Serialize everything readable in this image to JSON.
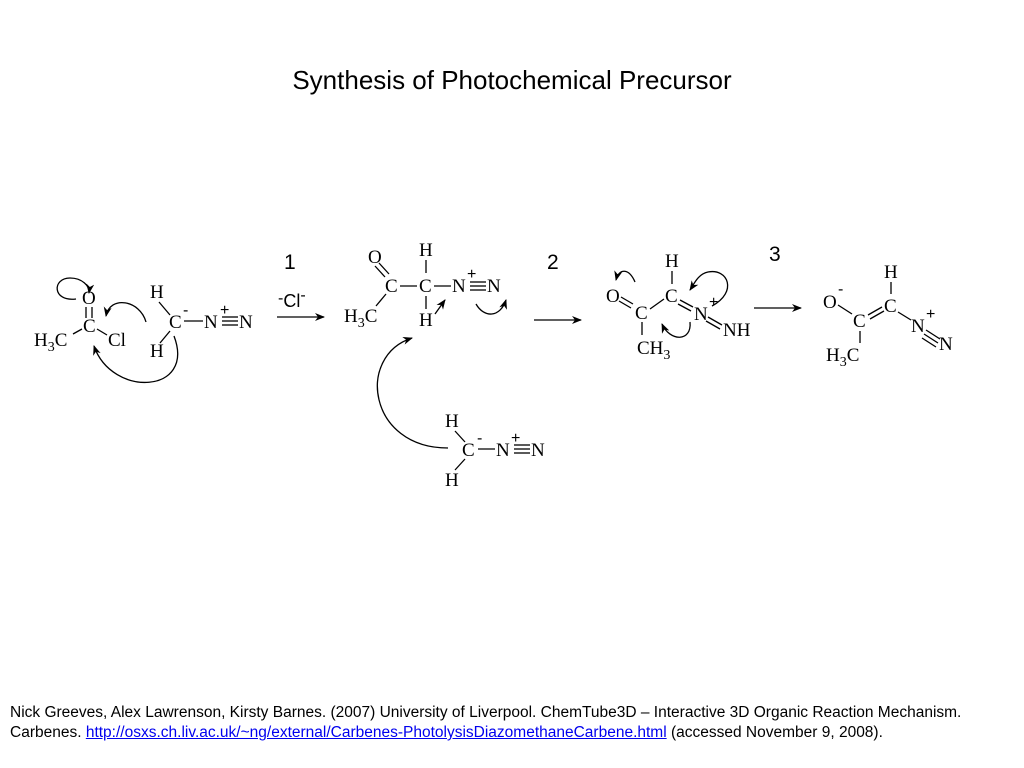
{
  "title": "Synthesis of Photochemical Precursor",
  "steps": {
    "one": "1",
    "two": "2",
    "three": "3"
  },
  "reagent": {
    "charge": "-",
    "label": "Cl",
    "charge_sup": "-"
  },
  "atoms": {
    "O": "O",
    "C": "C",
    "Cl": "Cl",
    "H": "H",
    "N": "N",
    "NH": "NH",
    "H3": "H",
    "three": "3",
    "CH": "CH",
    "plus": "+",
    "minus": "-"
  },
  "citation": {
    "text_before": "Nick Greeves, Alex Lawrenson, Kirsty Barnes. (2007) University of Liverpool. ChemTube3D – Interactive 3D Organic Reaction Mechanism. Carbenes. ",
    "link_text": "http://osxs.ch.liv.ac.uk/~ng/external/Carbenes-PhotolysisDiazomethaneCarbene.html",
    "text_after": " (accessed November 9, 2008).",
    "link_color": "#0000ee"
  }
}
